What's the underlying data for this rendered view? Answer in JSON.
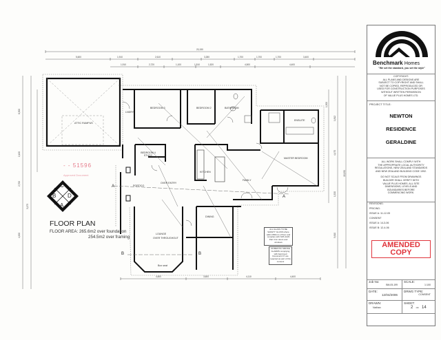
{
  "title_block": {
    "company": "Benchmark",
    "company_suffix": "Homes",
    "tagline": "\"We set the standard, you set the style\"",
    "copyright_lines": [
      "COPYRIGHT:",
      "ALL PLANS AND DESIGNS ARE",
      "SUBJECT TO COPYRIGHT AND SHALL",
      "NOT BE COPIED, REPRODUCED OR",
      "USED FOR CONSTRUCTION PURPOSES",
      "WITHOUT WRITTEN PERMISSION",
      "OF VALUE PLUS HOMES LTD."
    ],
    "project_title_label": "PROJECT TITLE:",
    "project_lines": [
      "NEWTON",
      "RESIDENCE",
      "GERALDINE"
    ],
    "compliance_lines": [
      "ALL WORK SHALL COMPLY WITH",
      "THE APPROPRIATE LOCAL AUTHORITY",
      "REGULATIONS, NEW ZEALAND STANDARDS",
      "AND NEW ZEALAND BUILDING CODE 1992."
    ],
    "scale_note_lines": [
      "DO NOT SCALE FROM DRAWINGS",
      "BUILDER SHALL VERIFY WITH",
      "VALUE PLUS HOMES. ALL SITE",
      "DIMENSIONS, LEVELS AND",
      "BOUNDARIES BEFORE",
      "COMMENCING WORK."
    ],
    "revisions_label": "REVISIONS:",
    "revisions": [
      "PRICING:",
      "ISSUE A: 11-12-05",
      "CONSENT",
      "ISSUE A: 14-3-06",
      "ISSUE B: 12-4-06"
    ],
    "stamp_lines": [
      "AMENDED",
      "COPY"
    ],
    "stamp_color": "#e0333a",
    "job_no_label": "Job No:",
    "job_no": "BM-05-199",
    "scale_label": "SCALE:",
    "scale": "1:100",
    "date_label": "DATE:",
    "date": "12/04/2006",
    "drwg_type_label": "DRWG TYPE:",
    "drwg_type": "CONSENT",
    "drawn_label": "DRAWN:",
    "drawn": "Nathan",
    "sheet_label": "SHEET:",
    "sheet_num": "2",
    "sheet_of": "OF",
    "sheet_total": "14"
  },
  "plan": {
    "title": "FLOOR PLAN",
    "area_line1": "FLOOR AREA:  265.6m2 over foundation",
    "area_line2": "254.5m2 over framing",
    "compass": {
      "top": "C",
      "left": "B",
      "right": "D",
      "bottom": "A"
    },
    "rooms": {
      "garage": "ATTIC RUMPUS",
      "laundry": "LNDRY",
      "bedroom3": "BEDROOM 3",
      "bedroom2": "BEDROOM 2",
      "bathroom": "BATHROOM",
      "wc": "WC",
      "bedroom4": "BEDROOM 4 STUDY",
      "portico": "PORTICO",
      "entry": "OVER ENTRY",
      "kitchen": "KITCHEN",
      "family": "FAMILY",
      "ensuite": "ENSUITE",
      "master": "MASTER BEDROOM",
      "dining": "DINING",
      "lounge": "LOUNGE",
      "lounge_sub": "OVER THROUGHOUT",
      "window_seat": "Box seat"
    },
    "section_markers": {
      "a": "A",
      "b": "B"
    },
    "overall_width": "20,150",
    "overall_depth": "15,950",
    "top_dims_row1": [
      "5,600",
      "1,910",
      "2,610",
      "3,280",
      "1,700",
      "1,700",
      "1,700",
      "3,400"
    ],
    "top_dims_row2": [
      "1,910",
      "2,720",
      "1,100",
      "1,510",
      "1,520",
      "4,500",
      "4,400"
    ],
    "bottom_dims": [
      "4,600",
      "3,600",
      "4,110",
      "4,400"
    ],
    "left_dims": [
      "6,300",
      "2,400",
      "2,700",
      "3,175",
      "4,900"
    ],
    "right_dims": [
      "1,300",
      "1,812",
      "4,470",
      "1,520",
      "5,610"
    ],
    "council_stamp": "- - 51596",
    "council_label": "Approved Document",
    "notes": {
      "note1": "ALL GLASS TO BE SAFETY GLASS where within 800mm of floor and complies with NZS 4223 Part 3 for doors and windows",
      "note2": "DOMESTIC SMOKE ALARMS complying with Approved Document F7 are required as part of this consent"
    }
  }
}
